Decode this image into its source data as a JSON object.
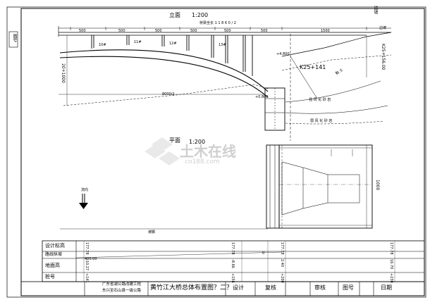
{
  "drawing": {
    "elevation_title": "立面",
    "elevation_scale": "1:200",
    "plan_title": "平面",
    "plan_scale": "1:200",
    "total_length_label": "桥梁全长 1 1 8 6 0 / 2",
    "station_label": "K25+141",
    "station_label_right": "K25+156.00",
    "rock_label_1": "强 风 化 砂 岩",
    "rock_label_2": "弱 风 化 砂 岩",
    "soil_label": "黏 土",
    "side_label": "边坡",
    "span_label": "8000/2",
    "span_dims": [
      "500",
      "500",
      "500",
      "500",
      "500",
      "500",
      "1500"
    ],
    "pier_labels": [
      "10#",
      "11#",
      "12#",
      "13#"
    ],
    "flow_label": "流向",
    "bank_label": "坡脚",
    "top_left_label": "图号",
    "top_right_label": "边坡",
    "vertical_left_label": "20+1000",
    "vertical_right_label": "K25+156.00",
    "elevation_marks": [
      "+0.800",
      "+4.800"
    ],
    "plan_dim": "1000"
  },
  "profile_table": {
    "rows": [
      "设计标高",
      "路线纵坡",
      "地面高",
      "桩号"
    ],
    "slope_values": [
      "400.00",
      "0"
    ],
    "design_values": [
      "177.78",
      "177.78",
      "177.78",
      "177.78"
    ],
    "ground_values": [
      "-10.27",
      "-8.66",
      "2.40",
      "16.70"
    ],
    "station_values": [
      "+141",
      "+156",
      "+200",
      "+230"
    ]
  },
  "title_block": {
    "unit_line1": "广东省湖公路改建工程",
    "unit_line2": "东兴至石山县一级公路",
    "drawing_title": "黄竹江大桥总体布置图？二？",
    "design": "设计",
    "review": "复核",
    "check": "审核",
    "drawing_no": "图号",
    "date": "日期"
  },
  "watermark": {
    "cn": "土木在线",
    "en": "co188.com"
  }
}
